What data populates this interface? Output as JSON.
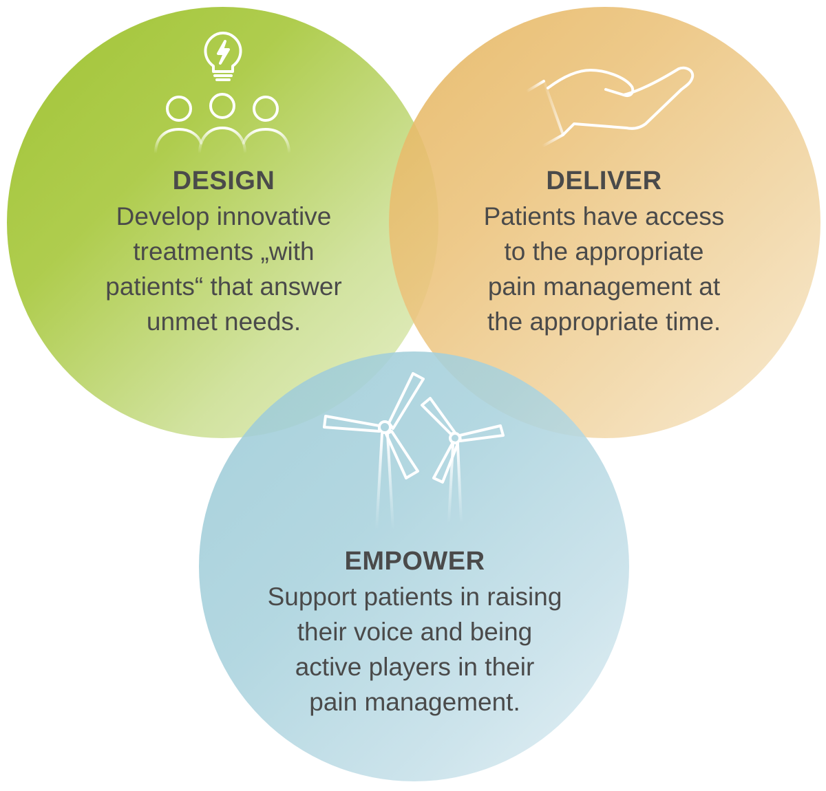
{
  "diagram": {
    "colors": {
      "design": "#9cc12c",
      "deliver": "#e5b45c",
      "empower": "#9bcad6",
      "text": "#4a4a4a",
      "icon": "#ffffff"
    },
    "design": {
      "icon": "team-lightbulb-icon",
      "title": "DESIGN",
      "text": "Develop innovative\ntreatments „with\npatients“ that answer\nunmet needs."
    },
    "deliver": {
      "icon": "open-hand-icon",
      "title": "DELIVER",
      "text": "Patients have access\nto the appropriate\npain management at\nthe appropriate time."
    },
    "empower": {
      "icon": "wind-turbines-icon",
      "title": "EMPOWER",
      "text": "Support patients in raising\ntheir voice and being\nactive players in their\npain management."
    }
  }
}
